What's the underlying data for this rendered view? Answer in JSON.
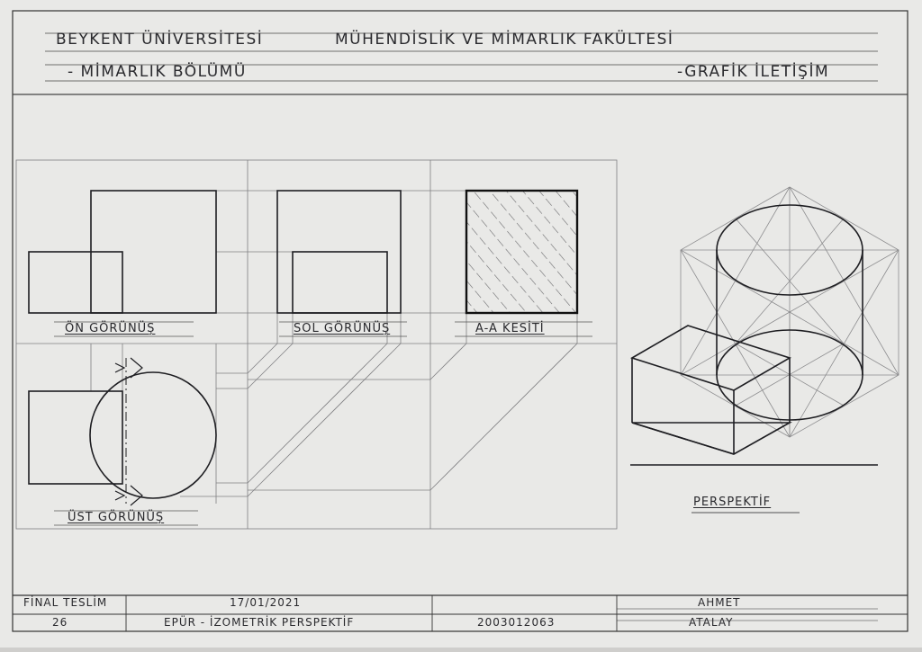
{
  "header": {
    "university": "BEYKENT ÜNİVERSİTESİ",
    "faculty": "MÜHENDİSLİK VE MİMARLIK FAKÜLTESİ",
    "department": "- MİMARLIK BÖLÜMÜ",
    "course": "-GRAFİK İLETİŞİM"
  },
  "views": {
    "front": "ÖN GÖRÜNÜŞ",
    "left": "SOL GÖRÜNÜŞ",
    "section": "A-A KESİTİ",
    "top": "ÜST GÖRÜNÜŞ",
    "perspective": "PERSPEKTİF"
  },
  "title_block": {
    "submission": "FİNAL TESLİM",
    "date": "17/01/2021",
    "first_name": "AHMET",
    "sheet_no": "26",
    "drawing_title": "EPÜR - İZOMETRİK PERSPEKTİF",
    "student_no": "2003012063",
    "last_name": "ATALAY"
  },
  "colors": {
    "paper": "#e9e9e7",
    "ink": "#2a2a2e",
    "construction": "#8d8d8f"
  }
}
